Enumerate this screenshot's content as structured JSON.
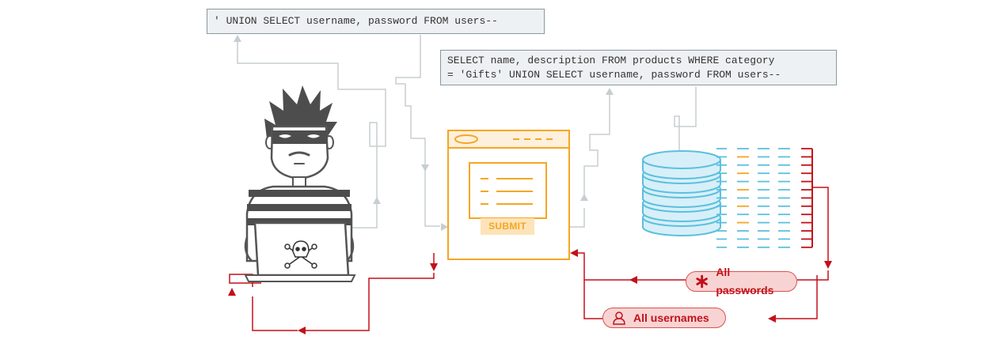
{
  "payload": "' UNION SELECT username, password FROM users--",
  "query": {
    "line1": "SELECT name, description FROM products WHERE category",
    "line2": "= 'Gifts' UNION SELECT username, password FROM users--"
  },
  "browser": {
    "submit_label": "SUBMIT"
  },
  "results": {
    "passwords_label": "All passwords",
    "usernames_label": "All usernames"
  },
  "colors": {
    "flow_gray": "#c7cdd1",
    "browser_orange": "#f5a623",
    "database_blue": "#5bc0de",
    "result_red": "#c3111a"
  },
  "icons": [
    "hacker-figure",
    "skull-crossbones-icon",
    "database-icon",
    "asterisk-icon",
    "user-icon",
    "arrow-icon"
  ]
}
